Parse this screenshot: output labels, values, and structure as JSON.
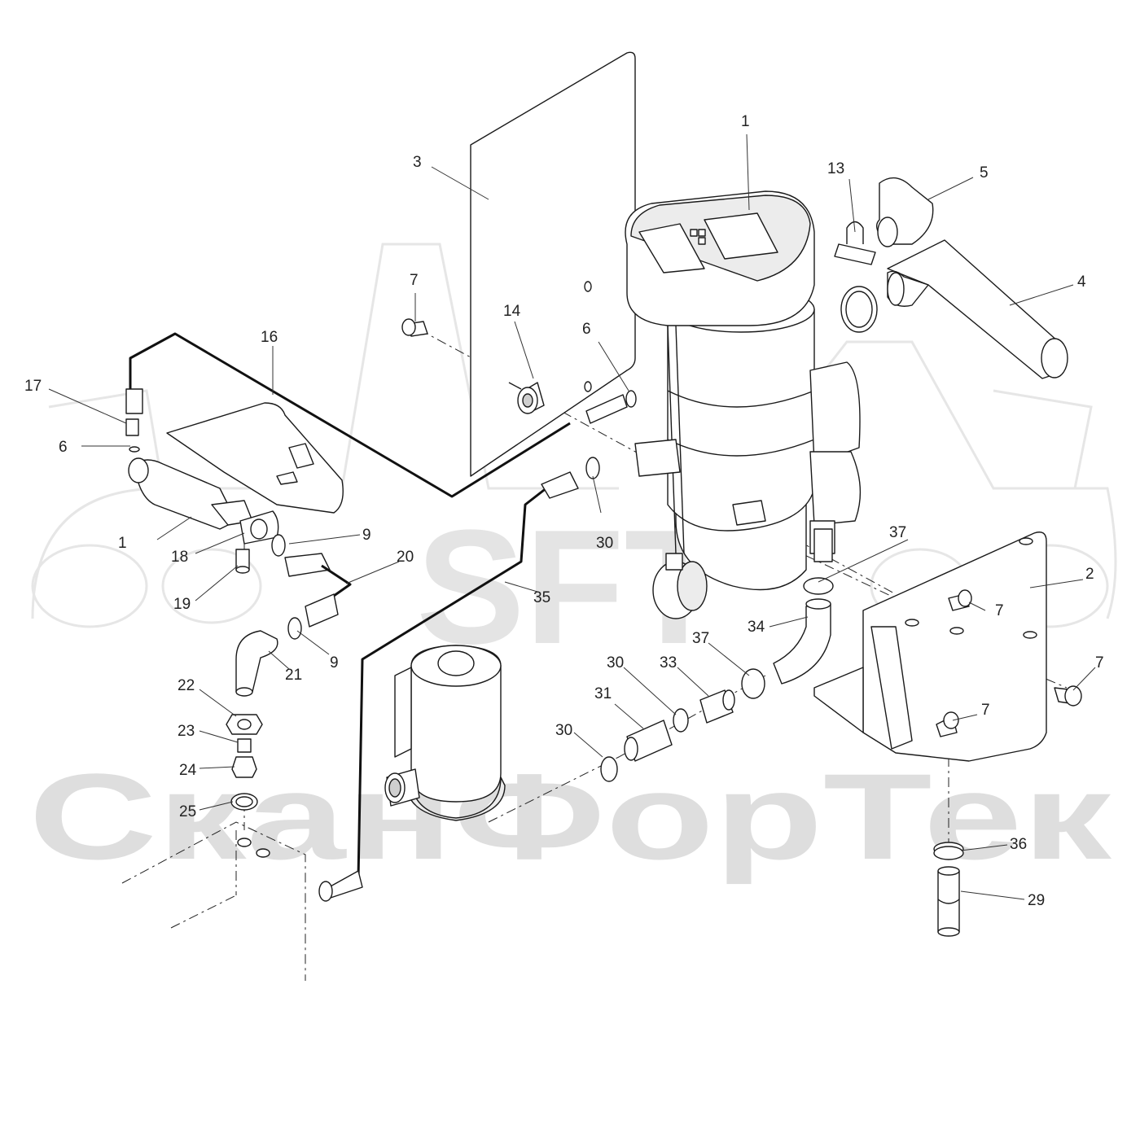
{
  "watermark": {
    "logo_text": "SFT",
    "company_name": "СканФорТек"
  },
  "callouts": [
    {
      "id": "c-1-heater",
      "label": "1"
    },
    {
      "id": "c-1-filter",
      "label": "1"
    },
    {
      "id": "c-2",
      "label": "2"
    },
    {
      "id": "c-3",
      "label": "3"
    },
    {
      "id": "c-4",
      "label": "4"
    },
    {
      "id": "c-5",
      "label": "5"
    },
    {
      "id": "c-6-left",
      "label": "6"
    },
    {
      "id": "c-6-mid",
      "label": "6"
    },
    {
      "id": "c-7-top",
      "label": "7"
    },
    {
      "id": "c-7-bracket-a",
      "label": "7"
    },
    {
      "id": "c-7-bracket-b",
      "label": "7"
    },
    {
      "id": "c-7-bracket-c",
      "label": "7"
    },
    {
      "id": "c-9-a",
      "label": "9"
    },
    {
      "id": "c-9-b",
      "label": "9"
    },
    {
      "id": "c-13",
      "label": "13"
    },
    {
      "id": "c-14",
      "label": "14"
    },
    {
      "id": "c-16",
      "label": "16"
    },
    {
      "id": "c-17",
      "label": "17"
    },
    {
      "id": "c-18",
      "label": "18"
    },
    {
      "id": "c-19",
      "label": "19"
    },
    {
      "id": "c-20",
      "label": "20"
    },
    {
      "id": "c-21",
      "label": "21"
    },
    {
      "id": "c-22",
      "label": "22"
    },
    {
      "id": "c-23",
      "label": "23"
    },
    {
      "id": "c-24",
      "label": "24"
    },
    {
      "id": "c-25",
      "label": "25"
    },
    {
      "id": "c-29",
      "label": "29"
    },
    {
      "id": "c-30-a",
      "label": "30"
    },
    {
      "id": "c-30-b",
      "label": "30"
    },
    {
      "id": "c-30-c",
      "label": "30"
    },
    {
      "id": "c-31",
      "label": "31"
    },
    {
      "id": "c-33",
      "label": "33"
    },
    {
      "id": "c-34",
      "label": "34"
    },
    {
      "id": "c-35",
      "label": "35"
    },
    {
      "id": "c-36",
      "label": "36"
    },
    {
      "id": "c-37-a",
      "label": "37"
    },
    {
      "id": "c-37-b",
      "label": "37"
    }
  ]
}
